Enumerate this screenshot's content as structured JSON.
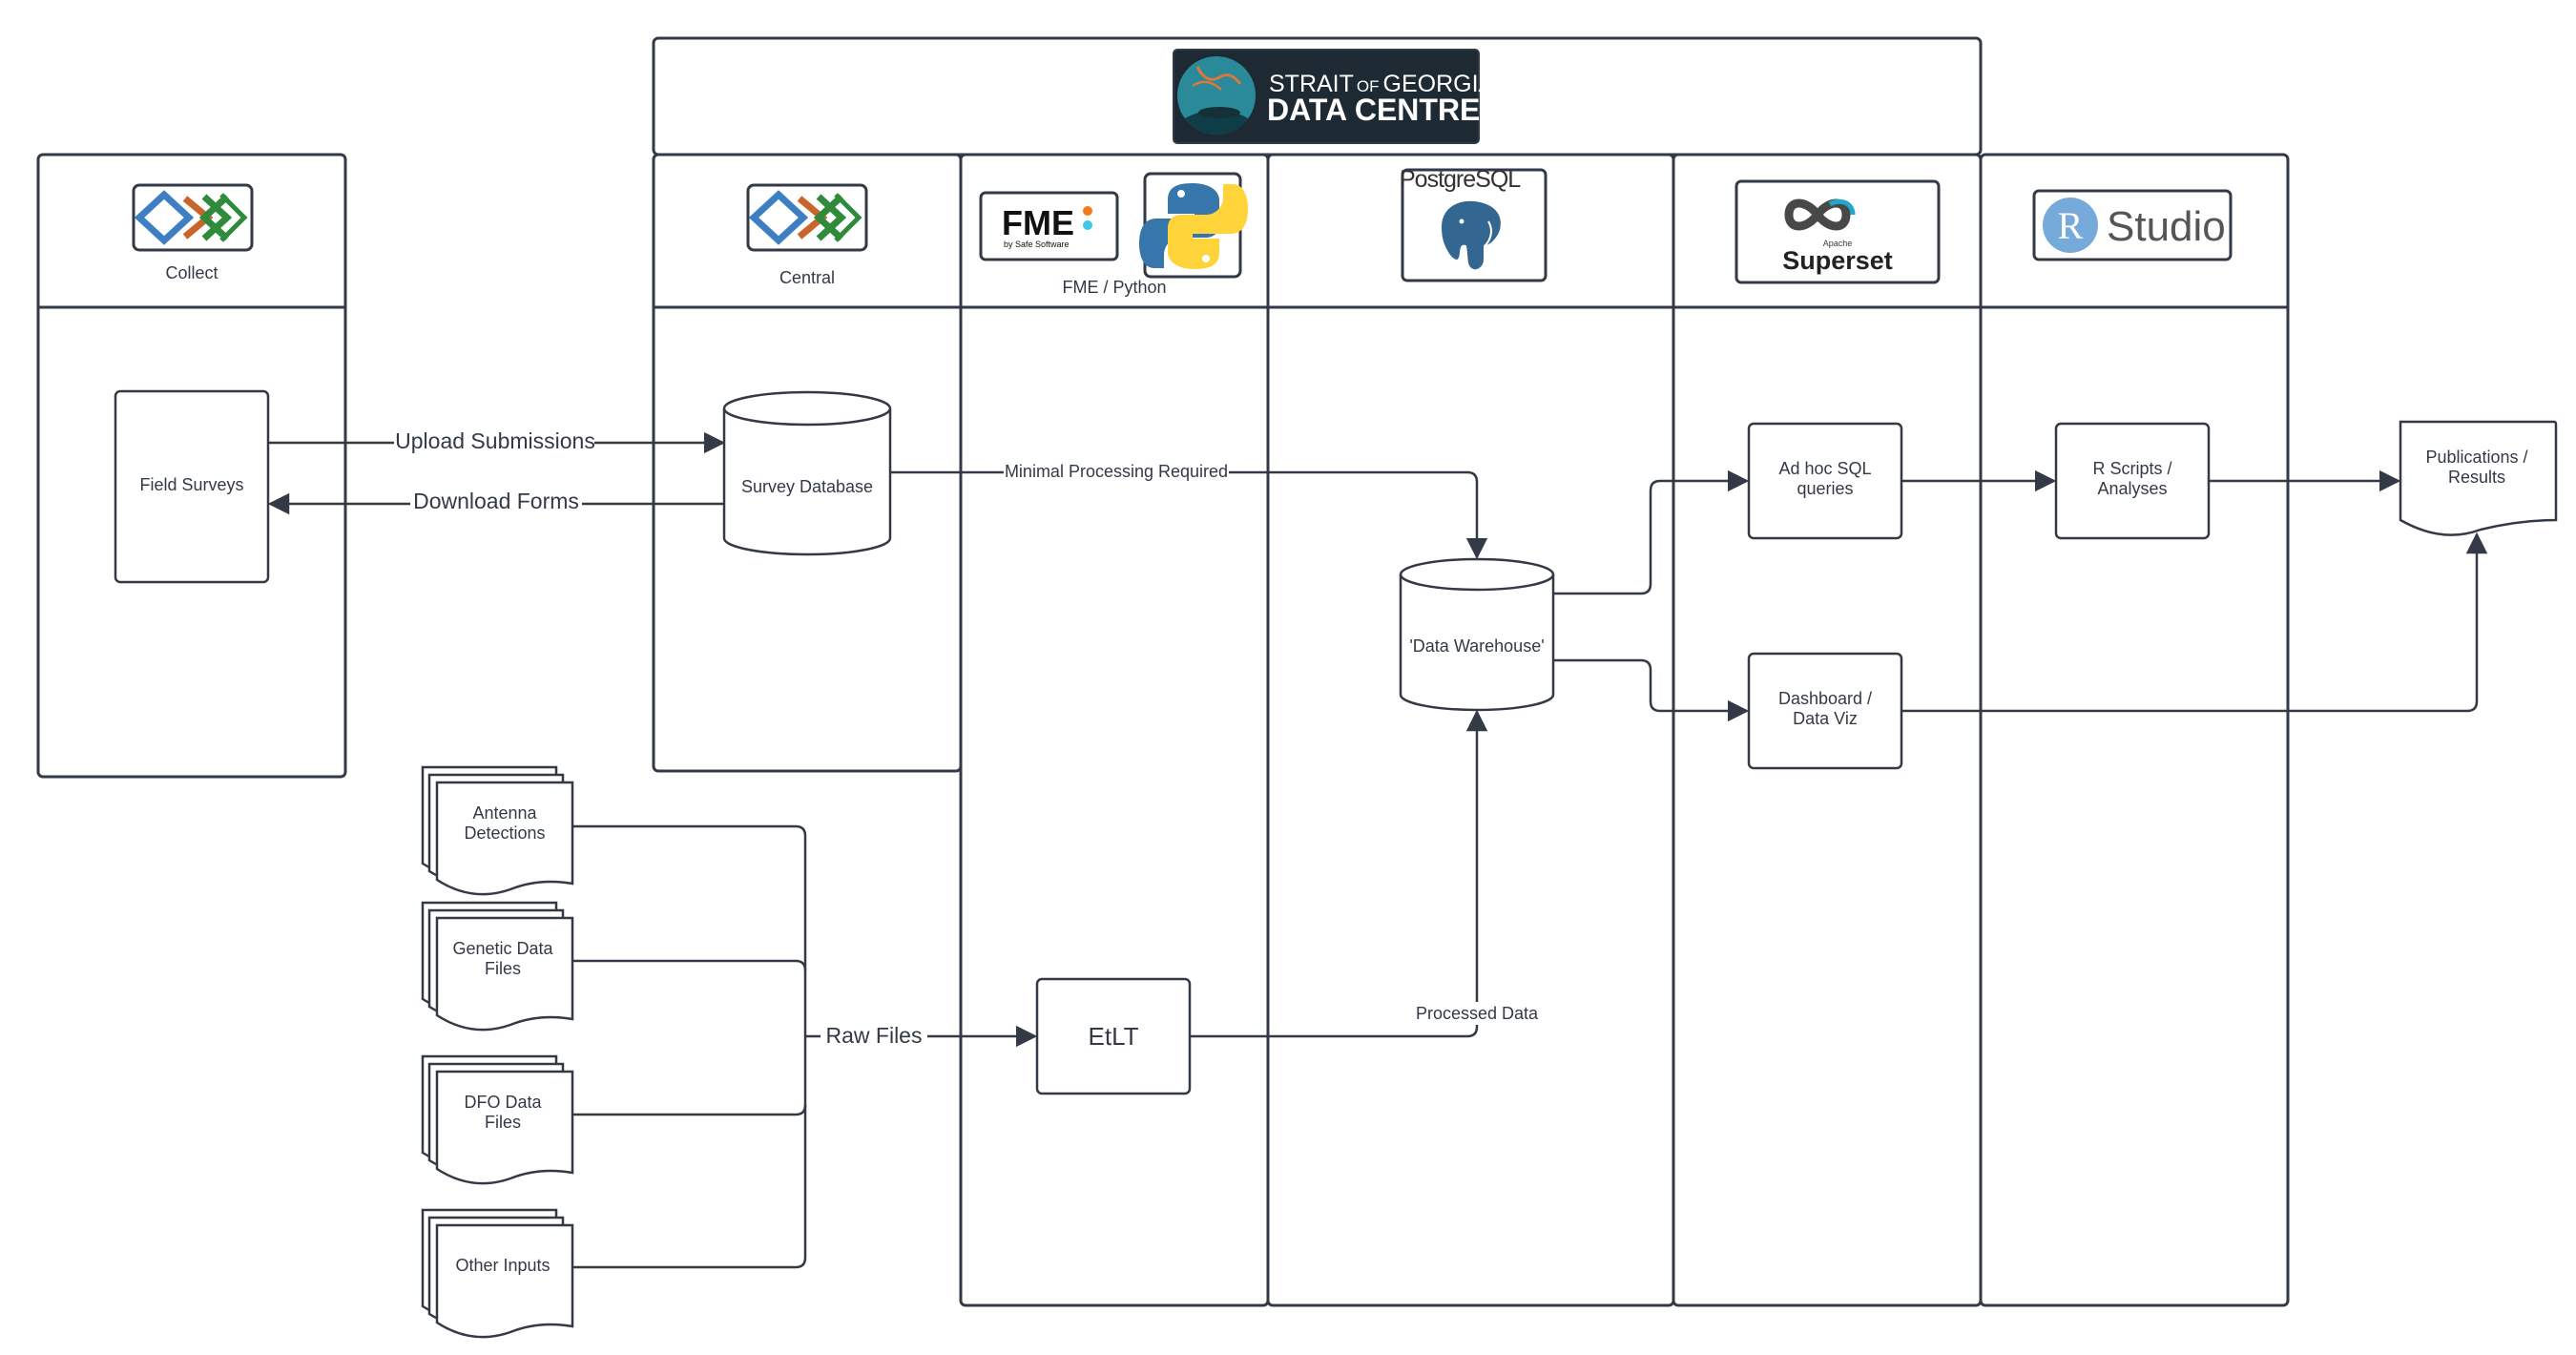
{
  "header": {
    "logo_line1_a": "STRAIT",
    "logo_line1_b": "OF",
    "logo_line1_c": "GEORGIA",
    "logo_line2": "DATA CENTRE"
  },
  "lanes": {
    "odk_collect": "Collect",
    "odk_central": "Central",
    "fme_python": "FME / Python",
    "postgresql_logo": "PostgreSQL",
    "superset_logo_small": "Apache",
    "superset_logo": "Superset",
    "rstudio_logo_r": "R",
    "rstudio_logo": "Studio",
    "fme_logo": "FME",
    "fme_logo_sub": "by Safe Software"
  },
  "nodes": {
    "field_surveys": "Field Surveys",
    "survey_database": "Survey Database",
    "data_warehouse": "'Data Warehouse'",
    "adhoc_sql_1": "Ad hoc SQL",
    "adhoc_sql_2": "queries",
    "dashboard_1": "Dashboard /",
    "dashboard_2": "Data Viz",
    "r_scripts_1": "R Scripts /",
    "r_scripts_2": "Analyses",
    "publications_1": "Publications /",
    "publications_2": "Results",
    "etlt": "EtLT",
    "antenna_1": "Antenna",
    "antenna_2": "Detections",
    "genetic_1": "Genetic Data",
    "genetic_2": "Files",
    "dfo_1": "DFO Data",
    "dfo_2": "Files",
    "other_inputs": "Other Inputs"
  },
  "edges": {
    "upload_submissions": "Upload Submissions",
    "download_forms": "Download Forms",
    "minimal_processing": "Minimal Processing Required",
    "raw_files": "Raw Files",
    "processed_data": "Processed Data"
  },
  "colors": {
    "line": "#333a45",
    "odk_blue": "#3d7fc2",
    "odk_orange": "#c9642a",
    "odk_green": "#2f8a3b",
    "python_blue": "#3776ab",
    "python_yellow": "#ffd43b",
    "postgres_blue": "#336791",
    "rstudio_blue": "#75aadb",
    "logo_bg": "#1d2a33",
    "fme_orange": "#f27b21",
    "fme_cyan": "#3ec7e6"
  }
}
